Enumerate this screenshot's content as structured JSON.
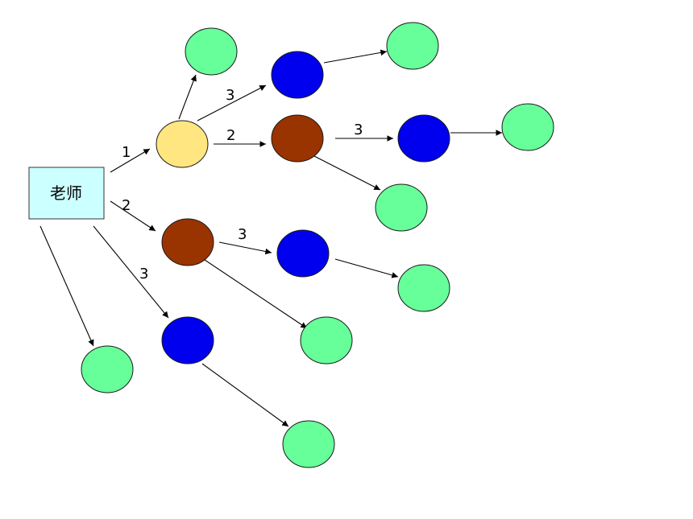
{
  "root": {
    "label": "老师"
  },
  "edge_labels": {
    "l1": "1",
    "l2a": "2",
    "l2b": "2",
    "l3a": "3",
    "l3b": "3",
    "l3c": "3",
    "l3d": "3"
  },
  "colors": {
    "root_fill": "#ccffff",
    "level1": "#ffe680",
    "level2": "#993300",
    "level3": "#0000ee",
    "leaf": "#66ff99"
  }
}
